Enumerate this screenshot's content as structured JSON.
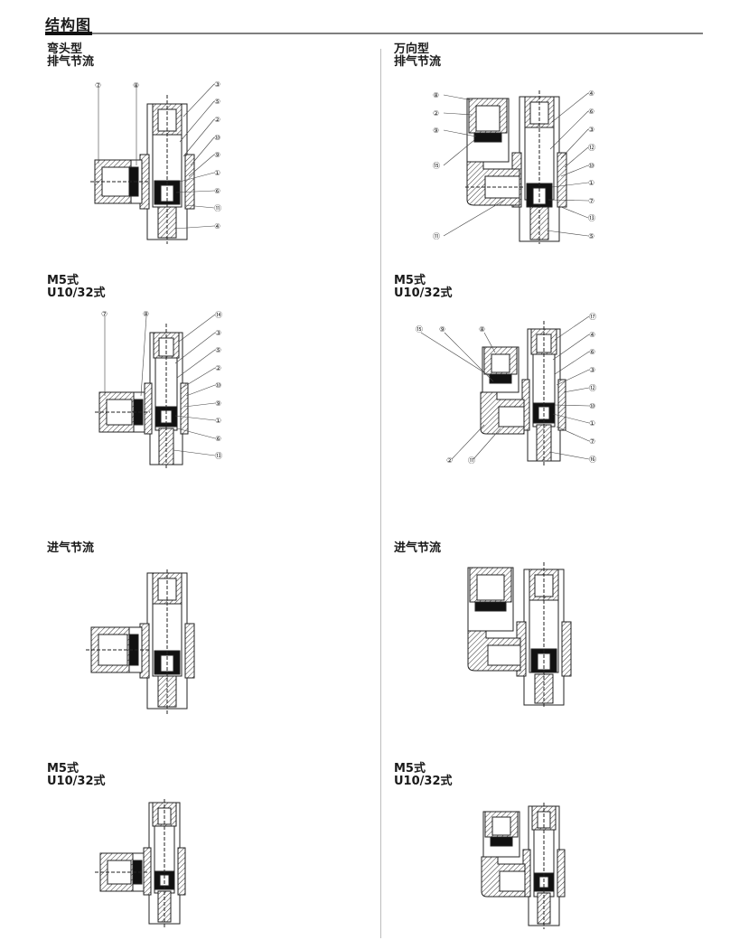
{
  "page": {
    "title": "结构图"
  },
  "sections": {
    "left_top": {
      "line1": "弯头型",
      "line2": "排气节流"
    },
    "right_top": {
      "line1": "万向型",
      "line2": "排气节流"
    },
    "left_m5": {
      "line1": "M5式",
      "line2": "U10/32式"
    },
    "right_m5": {
      "line1": "M5式",
      "line2": "U10/32式"
    },
    "left_in": {
      "line1": "进气节流"
    },
    "right_in": {
      "line1": "进气节流"
    },
    "left_in_m5": {
      "line1": "M5式",
      "line2": "U10/32式"
    },
    "right_in_m5": {
      "line1": "M5式",
      "line2": "U10/32式"
    }
  },
  "callouts": {
    "d1": [
      "⑦",
      "⑧",
      "③",
      "⑤",
      "②",
      "⑩",
      "⑨",
      "①",
      "⑥",
      "⑪",
      "④"
    ],
    "d2": [
      "⑧",
      "②",
      "⑨",
      "⑮",
      "⑪",
      "④",
      "⑥",
      "③",
      "⑫",
      "⑩",
      "①",
      "⑦",
      "⑬",
      "⑤"
    ],
    "d3": [
      "⑦",
      "⑧",
      "⑭",
      "③",
      "⑤",
      "②",
      "⑩",
      "⑨",
      "①",
      "⑥",
      "⑬"
    ],
    "d4": [
      "⑮",
      "⑨",
      "⑧",
      "⑰",
      "④",
      "⑥",
      "③",
      "⑫",
      "⑩",
      "①",
      "⑦",
      "⑯",
      "②",
      "⑪"
    ]
  }
}
